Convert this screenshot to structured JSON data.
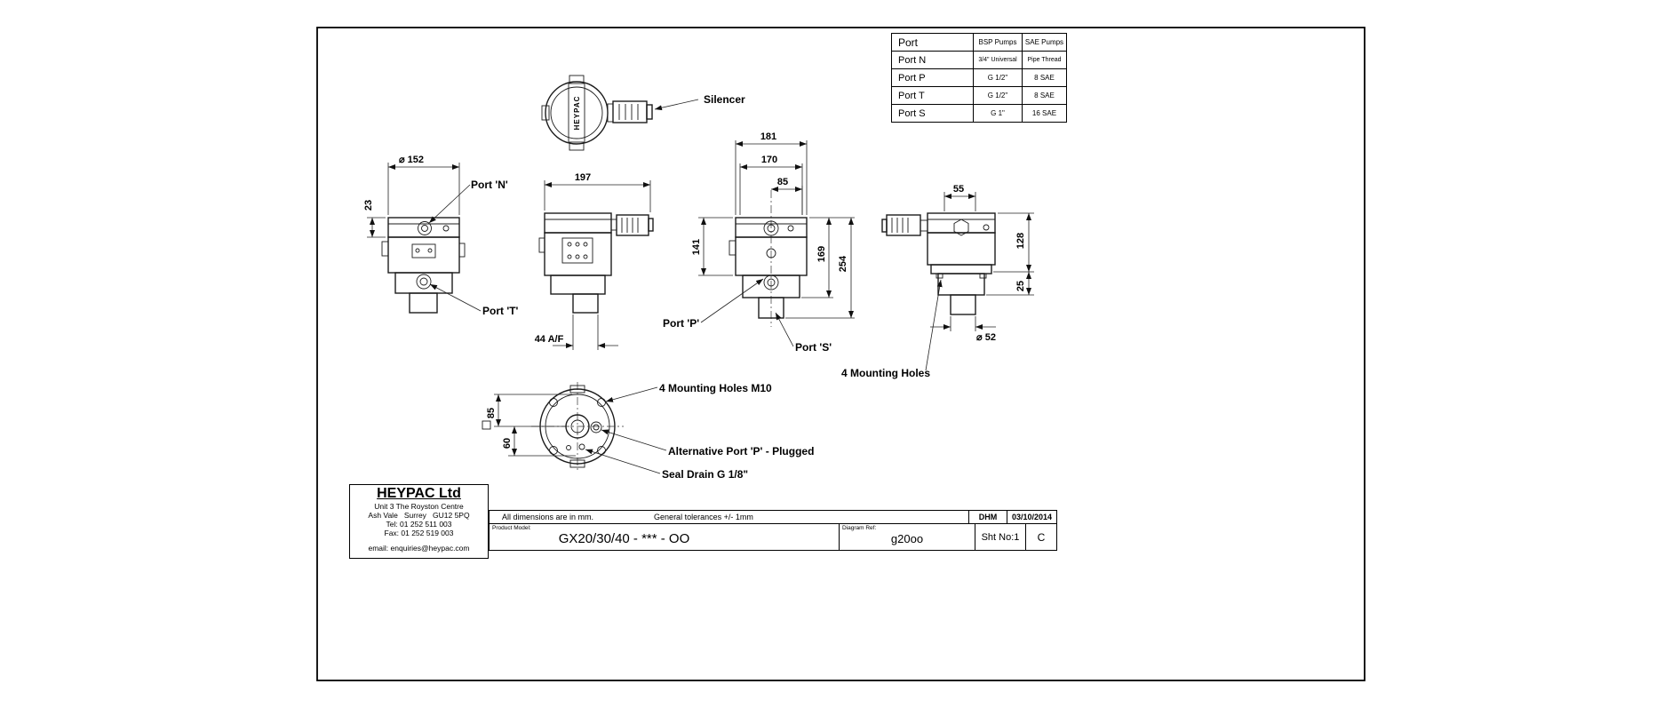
{
  "port_table": {
    "header": [
      "Port",
      "BSP Pumps",
      "SAE Pumps"
    ],
    "rows": [
      [
        "Port N",
        "3/4\" Universal",
        "Pipe Thread"
      ],
      [
        "Port P",
        "G 1/2\"",
        "8 SAE"
      ],
      [
        "Port T",
        "G 1/2\"",
        "8 SAE"
      ],
      [
        "Port S",
        "G 1\"",
        "16 SAE"
      ]
    ]
  },
  "views": {
    "top": {
      "stamp": "HEYPAC"
    },
    "callouts": {
      "silencer": "Silencer",
      "port_n": "Port 'N'",
      "port_t": "Port 'T'",
      "port_p": "Port 'P'",
      "port_s": "Port 'S'",
      "mounting_holes": "4 Mounting Holes",
      "mounting_holes_m10": "4 Mounting Holes M10",
      "alt_port_p": "Alternative Port 'P' - Plugged",
      "seal_drain": "Seal Drain G 1/8\""
    },
    "dimensions": {
      "front_dia": "⌀ 152",
      "front_offset": "23",
      "side_width": "197",
      "side_flats": "44 A/F",
      "rear_w1": "181",
      "rear_w2": "170",
      "rear_w3": "85",
      "rear_h1": "141",
      "rear_h2": "169",
      "rear_h3": "254",
      "right_w": "55",
      "right_h1": "128",
      "right_h2": "25",
      "right_dia": "⌀ 52",
      "bottom_v1": "85",
      "bottom_v2": "60"
    }
  },
  "title_block": {
    "company": "HEYPAC Ltd",
    "address_line1": "Unit 3 The Royston Centre",
    "address_line2": "Ash Vale   Surrey   GU12 5PQ",
    "tel": "Tel: 01 252 511 003",
    "fax": "Fax: 01 252 519 003",
    "email": "email: enquiries@heypac.com",
    "dimensions_note": "All dimensions are in mm.",
    "tolerance_note": "General tolerances +/- 1mm",
    "drawn_by": "DHM",
    "date": "03/10/2014",
    "product_model_label": "Product Model:",
    "product_model": "GX20/30/40 - *** - OO",
    "diagram_ref_label": "Diagram Ref:",
    "diagram_ref": "g20oo",
    "sheet_no": "Sht No:1",
    "revision": "C"
  }
}
